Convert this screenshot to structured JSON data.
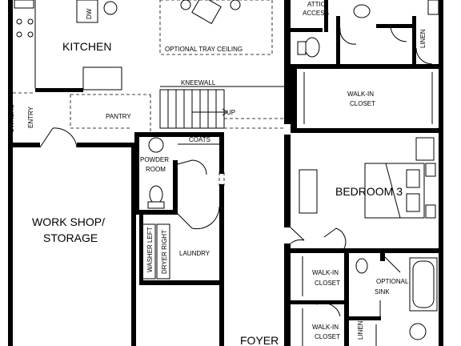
{
  "labels": {
    "kitchen": "KITCHEN",
    "optional_tray_ceiling": "OPTIONAL TRAY CEILING",
    "attic_access_1": "ATTIC",
    "attic_access_2": "ACCESS",
    "dw": "DW",
    "linen_top": "LINEN",
    "walk_in_closet_top_1": "WALK-IN",
    "walk_in_closet_top_2": "CLOSET",
    "kneewall": "KNEEWALL",
    "owners_entry_1": "OWNERS",
    "owners_entry_2": "ENTRY",
    "pantry": "PANTRY",
    "up": "UP",
    "coats": "COATS",
    "powder_room_1": "POWDER",
    "powder_room_2": "ROOM",
    "bedroom_3": "BEDROOM 3",
    "work_shop_1": "WORK SHOP/",
    "work_shop_2": "STORAGE",
    "washer_left": "WASHER LEFT",
    "dryer_right": "DRYER RIGHT",
    "laundry": "LAUNDRY",
    "walk_in_closet_mid_1": "WALK-IN",
    "walk_in_closet_mid_2": "CLOSET",
    "optional_sink_1": "OPTIONAL",
    "optional_sink_2": "SINK",
    "walk_in_closet_bot_1": "WALK-IN",
    "walk_in_closet_bot_2": "CLOSET",
    "linen_bot": "LINEN",
    "foyer": "FOYER"
  }
}
